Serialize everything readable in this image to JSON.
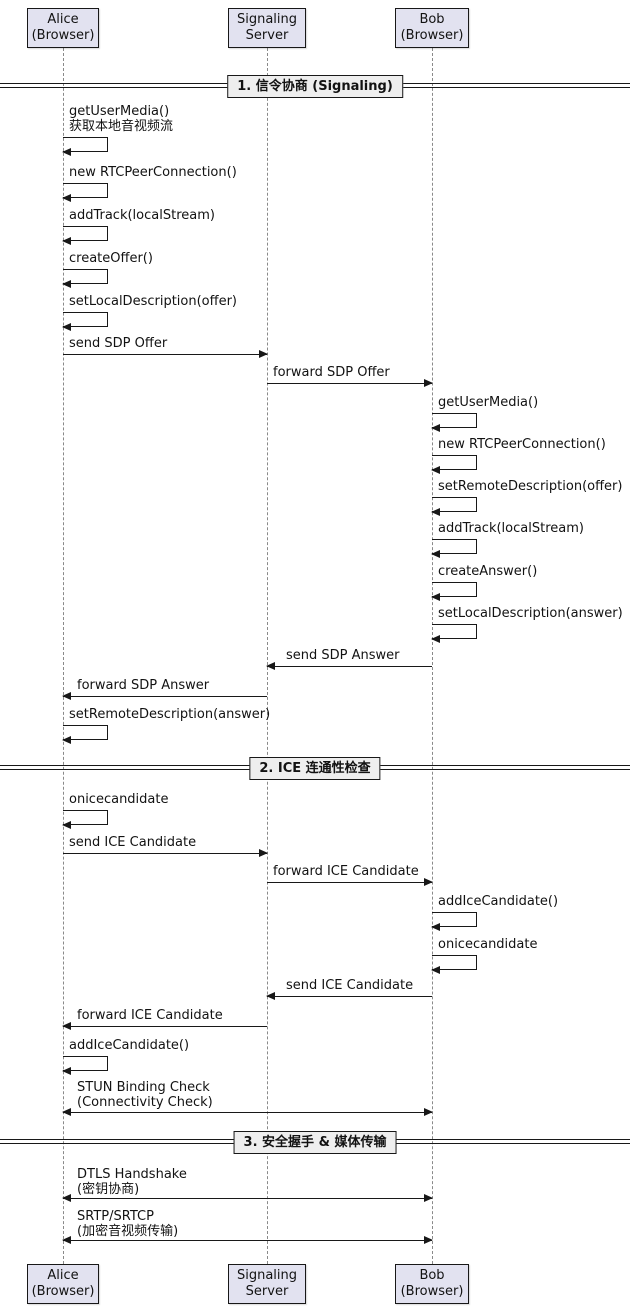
{
  "colors": {
    "background": "#FFFFFF",
    "text": "#121212",
    "line": "#181818",
    "lifeline": "#8A8A8A",
    "participant_fill": "#E2E2F0",
    "participant_border": "#181818",
    "divider_fill": "#EEEEEE"
  },
  "participants": [
    {
      "line1": "Alice",
      "line2": "(Browser)"
    },
    {
      "line1": "Signaling",
      "line2": "Server"
    },
    {
      "line1": "Bob",
      "line2": "(Browser)"
    }
  ],
  "sections": [
    {
      "label": "1. 信令协商 (Signaling)"
    },
    {
      "label": "2. ICE 连通性检查"
    },
    {
      "label": "3. 安全握手 & 媒体传输"
    }
  ],
  "messages": [
    {
      "label": "getUserMedia()",
      "label2": "获取本地音视频流"
    },
    {
      "label": "new RTCPeerConnection()"
    },
    {
      "label": "addTrack(localStream)"
    },
    {
      "label": "createOffer()"
    },
    {
      "label": "setLocalDescription(offer)"
    },
    {
      "label": "send SDP Offer"
    },
    {
      "label": "forward SDP Offer"
    },
    {
      "label": "getUserMedia()"
    },
    {
      "label": "new RTCPeerConnection()"
    },
    {
      "label": "setRemoteDescription(offer)"
    },
    {
      "label": "addTrack(localStream)"
    },
    {
      "label": "createAnswer()"
    },
    {
      "label": "setLocalDescription(answer)"
    },
    {
      "label": "send SDP Answer"
    },
    {
      "label": "forward SDP Answer"
    },
    {
      "label": "setRemoteDescription(answer)"
    },
    {
      "label": "onicecandidate"
    },
    {
      "label": "send ICE Candidate"
    },
    {
      "label": "forward ICE Candidate"
    },
    {
      "label": "addIceCandidate()"
    },
    {
      "label": "onicecandidate"
    },
    {
      "label": "send ICE Candidate"
    },
    {
      "label": "forward ICE Candidate"
    },
    {
      "label": "addIceCandidate()"
    },
    {
      "label": "STUN Binding Check",
      "label2": "(Connectivity Check)"
    },
    {
      "label": "DTLS Handshake",
      "label2": "(密钥协商)"
    },
    {
      "label": "SRTP/SRTCP",
      "label2": "(加密音视频传输)"
    }
  ]
}
